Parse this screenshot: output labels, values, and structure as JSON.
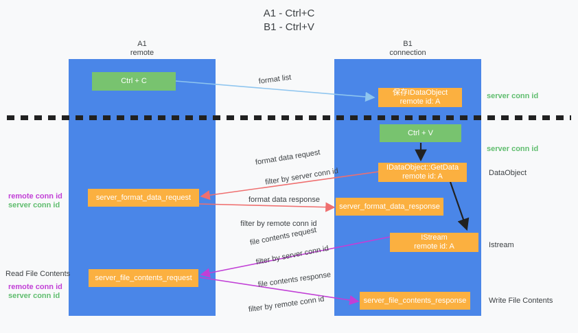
{
  "title": "A1 - Ctrl+C\nB1 - Ctrl+V",
  "lanes": [
    {
      "name": "A1",
      "sub": "remote",
      "header": "A1\nremote"
    },
    {
      "name": "B1",
      "sub": "connection",
      "header": "B1\nconnection"
    }
  ],
  "boxes": {
    "ctrl_c": "Ctrl + C",
    "save_idataobject": "保存IDataObject\nremote id: A",
    "ctrl_v": "Ctrl + V",
    "getdata": "IDataObject::GetData\nremote id: A",
    "format_data_request": "server_format_data_request",
    "format_data_response": "server_format_data_response",
    "istream": "IStream\nremote id: A",
    "file_contents_request": "server_file_contents_request",
    "file_contents_response": "server_file_contents_response"
  },
  "arrow_labels": {
    "format_list": "format list",
    "format_data_request": "format data request",
    "format_data_request_filter_prefix": "filter by ",
    "format_data_request_filter_key": "server conn id",
    "format_data_response": "format data response",
    "format_data_response_filter_prefix": "filter by ",
    "format_data_response_filter_key": "remote conn id",
    "file_contents_request": "file contents request",
    "file_contents_request_filter_prefix": "filter by ",
    "file_contents_request_filter_key": "server conn id",
    "file_contents_response": "file contents response",
    "file_contents_response_filter_prefix": "filter by ",
    "file_contents_response_filter_key": "remote conn id"
  },
  "left_annotations": {
    "format_remote": "remote conn id",
    "format_server": "server conn id",
    "read_file_contents": "Read File Contents",
    "file_remote": "remote conn id",
    "file_server": "server conn id"
  },
  "right_annotations": {
    "server_conn_id_top": "server conn id",
    "server_conn_id_mid": "server conn id",
    "dataobject": "DataObject",
    "istream": "Istream",
    "write_file_contents": "Write File Contents"
  },
  "colors": {
    "lane": "#4a86e8",
    "green_box": "#78c36f",
    "orange_box": "#fbb040",
    "page_bg": "#f8f9fa",
    "arrow_lightblue": "#8ec5ef",
    "arrow_red": "#ef6f6f",
    "arrow_purple": "#c13fd6",
    "arrow_black": "#212121",
    "text_green": "#5fbd6e",
    "text_purple": "#c13fd6",
    "text_dark": "#3c4043"
  }
}
